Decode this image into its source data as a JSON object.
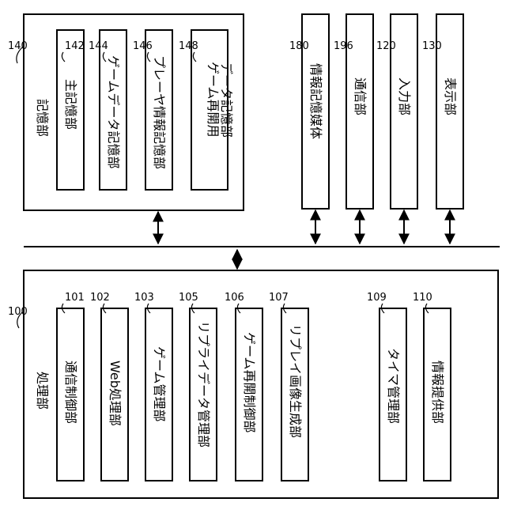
{
  "storage": {
    "ref": "140",
    "label": "記憶部",
    "blocks": [
      {
        "ref": "142",
        "label": "主記憶部",
        "line2": ""
      },
      {
        "ref": "144",
        "label": "ゲームデータ記憶部",
        "line2": ""
      },
      {
        "ref": "146",
        "label": "プレーヤ情報記憶部",
        "line2": ""
      },
      {
        "ref": "148",
        "label": "ゲーム再開用",
        "line2": "データ記憶部"
      }
    ]
  },
  "peripherals": [
    {
      "ref": "180",
      "label": "情報記憶媒体"
    },
    {
      "ref": "196",
      "label": "通信部"
    },
    {
      "ref": "120",
      "label": "入力部"
    },
    {
      "ref": "130",
      "label": "表示部"
    }
  ],
  "processing": {
    "ref": "100",
    "label": "処理部",
    "blocks": [
      {
        "ref": "101",
        "label": "通信制御部"
      },
      {
        "ref": "102",
        "label": "Web処理部"
      },
      {
        "ref": "103",
        "label": "ゲーム管理部"
      },
      {
        "ref": "105",
        "label": "リプライデータ管理部"
      },
      {
        "ref": "106",
        "label": "ゲーム再開制御部"
      },
      {
        "ref": "107",
        "label": "リプレイ画像生成部"
      },
      {
        "ref": "109",
        "label": "タイマ管理部"
      },
      {
        "ref": "110",
        "label": "情報提供部"
      }
    ]
  }
}
